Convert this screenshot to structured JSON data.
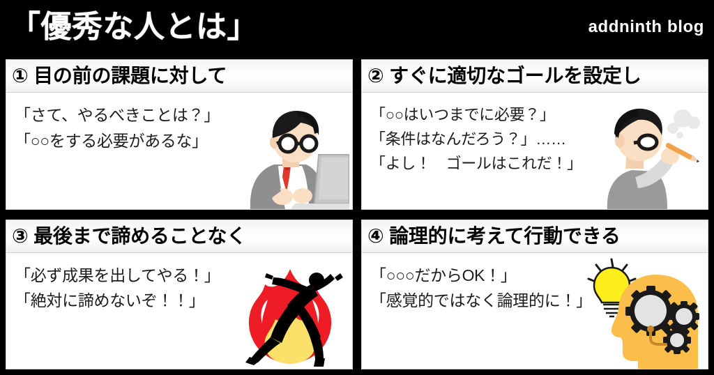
{
  "header": {
    "title": "「優秀な人とは」",
    "brand": "addninth blog",
    "background_color": "#000000",
    "text_color": "#ffffff"
  },
  "panels": [
    {
      "number": "①",
      "heading": "① 目の前の課題に対して",
      "lines": [
        "「さて、やるべきことは？」",
        "「○○をする必要があるな」"
      ],
      "illustration": "businessman-at-laptop-icon"
    },
    {
      "number": "②",
      "heading": "② すぐに適切なゴールを設定し",
      "lines": [
        "「○○はいつまでに必要？」",
        "「条件はなんだろう？」……",
        "「よし！　ゴールはこれだ！」"
      ],
      "illustration": "man-thinking-with-pencil-icon"
    },
    {
      "number": "③",
      "heading": "③ 最後まで諦めることなく",
      "lines": [
        "「必ず成果を出してやる！」",
        "「絶対に諦めないぞ！！」"
      ],
      "illustration": "runner-on-flames-icon"
    },
    {
      "number": "④",
      "heading": "④ 論理的に考えて行動できる",
      "lines": [
        "「○○○だからOK！」",
        "「感覚的ではなく論理的に！」"
      ],
      "illustration": "head-with-gears-and-lightbulb-icon"
    }
  ],
  "colors": {
    "background": "#000000",
    "panel_background": "#ffffff",
    "panel_header_background": "#f4f4f4",
    "text": "#1c1c1c",
    "flame_red": "#ee1c24",
    "flame_yellow": "#fbe06a",
    "head_orange": "#fbbe4a",
    "gear_gray": "#e3e3e3",
    "bulb_yellow": "#fbee1c",
    "suit_gray": "#8f8f8f",
    "skin": "#fbdfc4",
    "hair_black": "#1a1a1a",
    "tie_red": "#e03a2f",
    "laptop_gray": "#b9b9b9"
  }
}
